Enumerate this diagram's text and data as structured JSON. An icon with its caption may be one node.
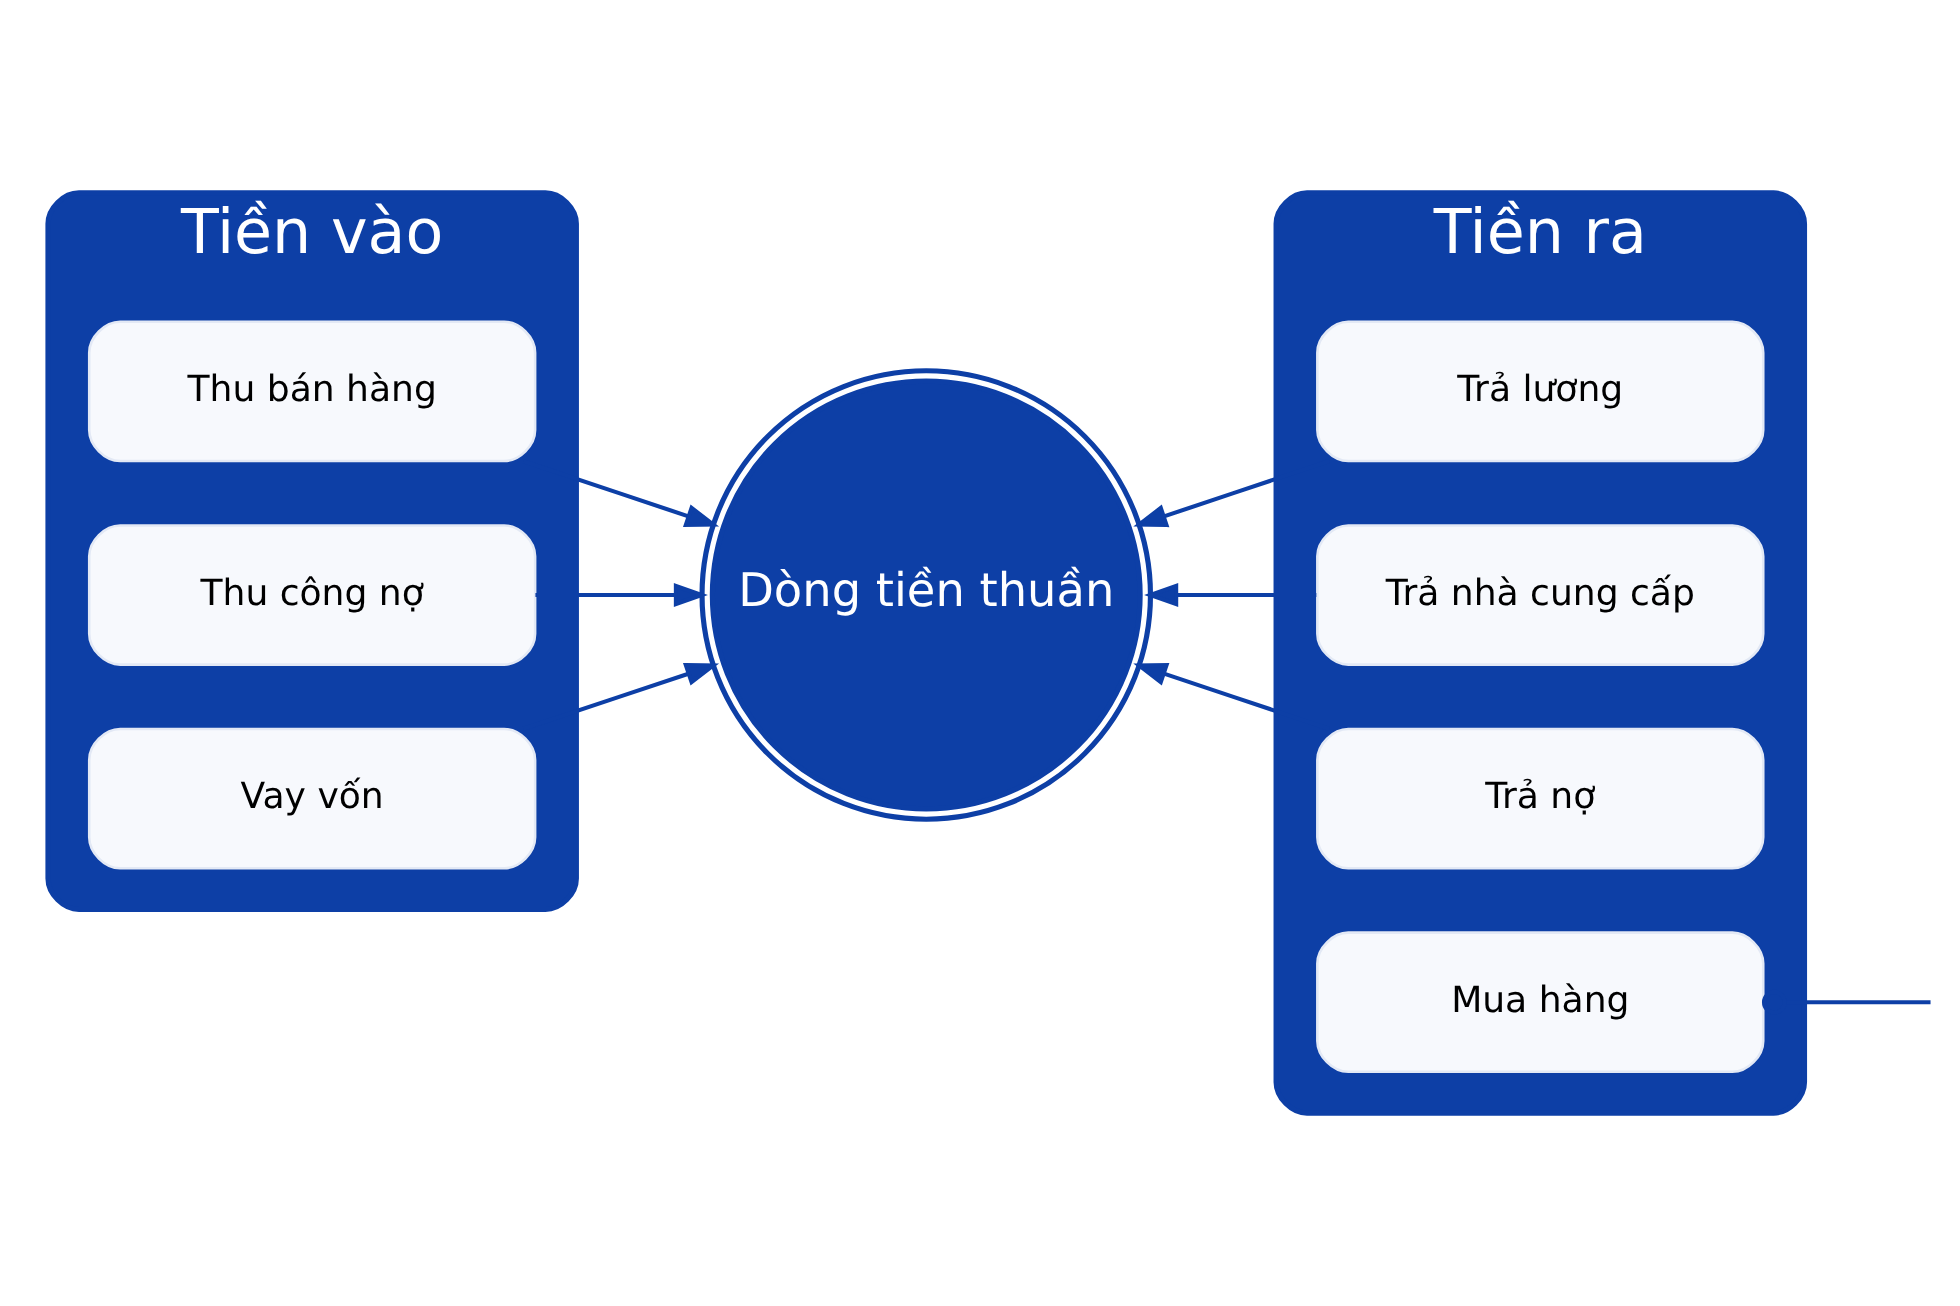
{
  "diagram": {
    "nodes": [
      {
        "text": [
          "Tiền vào"
        ]
      },
      {
        "text": [
          "Thu bán hàng"
        ],
        "in": 0
      },
      {
        "text": [
          "Thu công nợ"
        ],
        "in": 0
      },
      {
        "text": [
          "Vay vốn"
        ],
        "in": 0
      },
      {
        "text": [
          "Dòng tiền thuần"
        ]
      },
      {
        "text": [
          "Tiền ra"
        ]
      },
      {
        "text": [
          "Trả lương"
        ],
        "in": 5
      },
      {
        "text": [
          "Trả nhà cung cấp"
        ],
        "in": 5
      },
      {
        "text": [
          "Trả nợ"
        ],
        "in": 5
      },
      {
        "text": [
          "Mua hàng"
        ],
        "in": 5
      }
    ],
    "edges": [
      {
        "from": 1,
        "to": 4,
        "arrow": "to"
      },
      {
        "from": 2,
        "to": 4,
        "arrow": "to"
      },
      {
        "from": 3,
        "to": 4,
        "arrow": "to"
      },
      {
        "from": 6,
        "to": 4,
        "arrow": "to"
      },
      {
        "from": 7,
        "to": 4,
        "arrow": "to"
      },
      {
        "from": 8,
        "to": 4,
        "arrow": "to"
      },
      {
        "from": 9,
        "to": null,
        "arrow": "other"
      }
    ]
  }
}
